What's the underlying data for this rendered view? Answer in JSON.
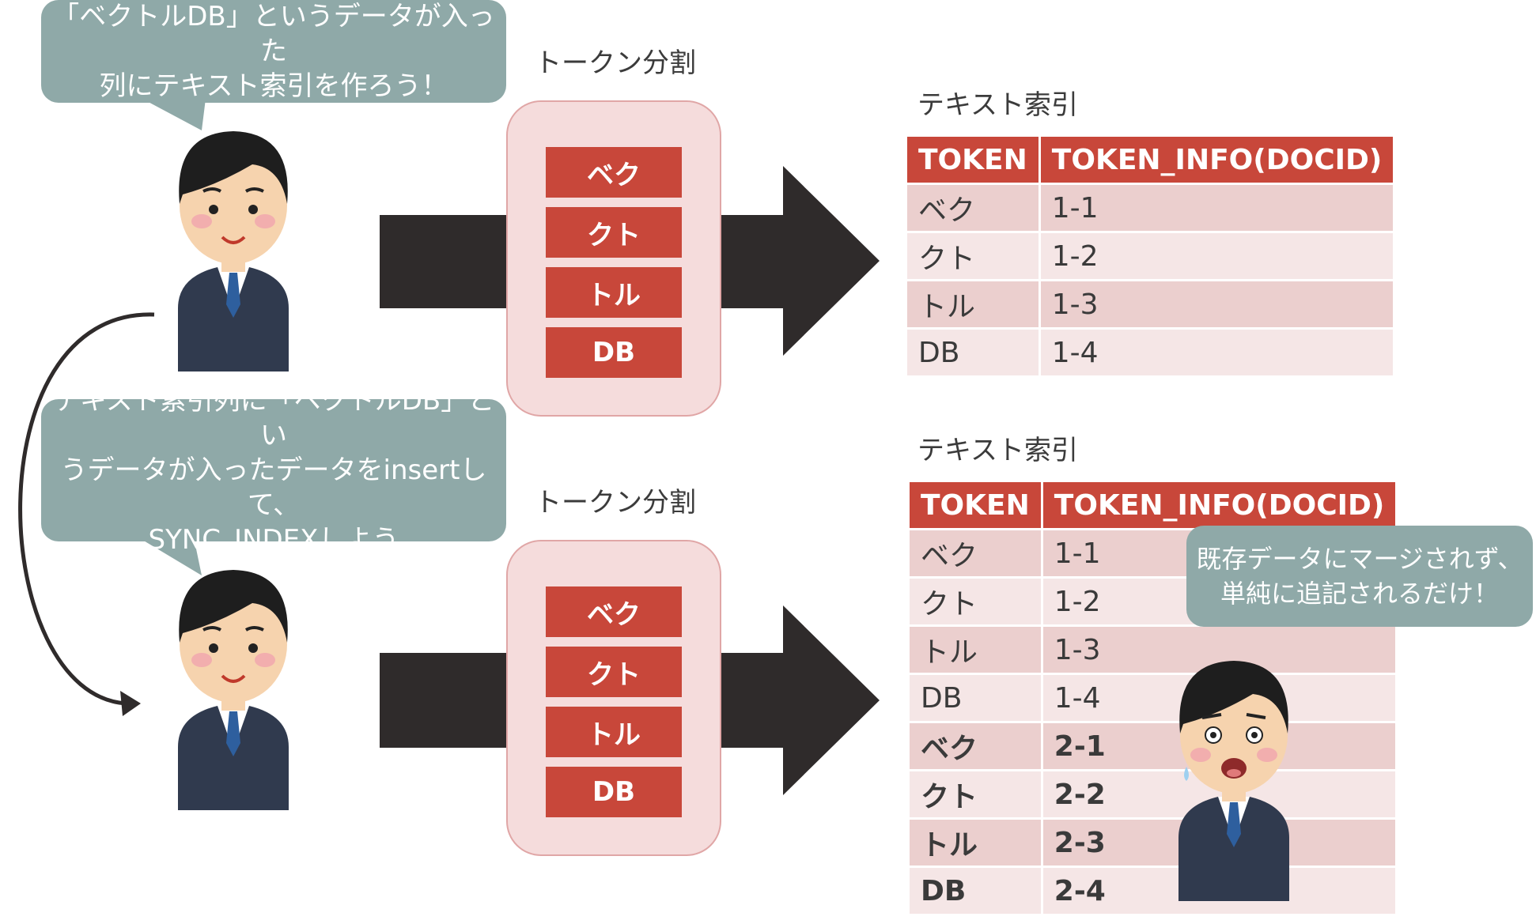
{
  "bubbles": {
    "top": {
      "line1": "「ベクトルDB」というデータが入った",
      "line2": "列にテキスト索引を作ろう！"
    },
    "middle": {
      "line1": "テキスト索引列に「ベクトルDB」とい",
      "line2": "うデータが入ったデータをinsertして、",
      "line3": "SYNC_INDEXしよう"
    },
    "right": {
      "line1": "既存データにマージされず、",
      "line2": "単純に追記されるだけ！"
    }
  },
  "steps": {
    "top": {
      "label": "トークン分割",
      "tokens": [
        "ベク",
        "クト",
        "トル",
        "DB"
      ]
    },
    "bottom": {
      "label": "トークン分割",
      "tokens": [
        "ベク",
        "クト",
        "トル",
        "DB"
      ]
    }
  },
  "index_tables": {
    "top": {
      "title": "テキスト索引",
      "headers": [
        "TOKEN",
        "TOKEN_INFO(DOCID)"
      ],
      "rows": [
        [
          "ベク",
          "1-1"
        ],
        [
          "クト",
          "1-2"
        ],
        [
          "トル",
          "1-3"
        ],
        [
          "DB",
          "1-4"
        ]
      ]
    },
    "bottom": {
      "title": "テキスト索引",
      "headers": [
        "TOKEN",
        "TOKEN_INFO(DOCID)"
      ],
      "rows": [
        [
          "ベク",
          "1-1"
        ],
        [
          "クト",
          "1-2"
        ],
        [
          "トル",
          "1-3"
        ],
        [
          "DB",
          "1-4"
        ],
        [
          "ベク",
          "2-1"
        ],
        [
          "クト",
          "2-2"
        ],
        [
          "トル",
          "2-3"
        ],
        [
          "DB",
          "2-4"
        ]
      ]
    }
  },
  "colors": {
    "accent_red": "#c8473a",
    "bubble": "#8fa9a8",
    "arrow": "#2f2b2b",
    "panel": "#f5dcdc"
  }
}
